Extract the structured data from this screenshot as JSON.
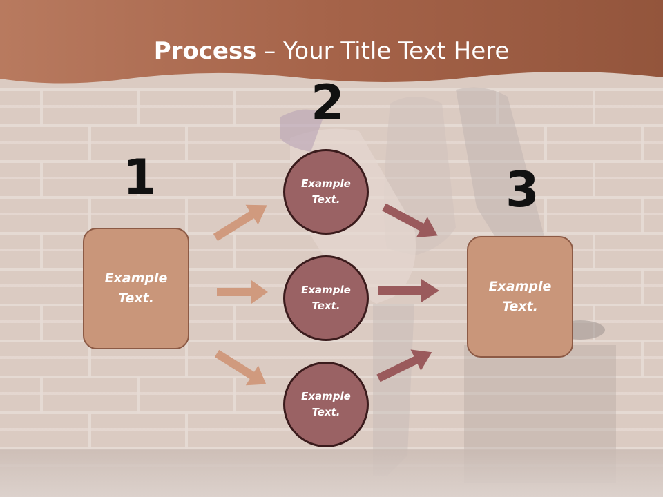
{
  "title": {
    "bold": "Process",
    "rest": " – Your Title Text Here"
  },
  "steps": {
    "one": "1",
    "two": "2",
    "three": "3"
  },
  "boxes": {
    "left": "Example\nText.",
    "right": "Example\nText."
  },
  "circles": {
    "top": "Example\nText.",
    "middle": "Example\nText.",
    "bottom": "Example\nText."
  },
  "colors": {
    "header": "#a5654b",
    "box": "#c9967a",
    "circle": "#9a6264",
    "arrow_light": "#d09a7e",
    "arrow_dark": "#9a5a5c"
  }
}
